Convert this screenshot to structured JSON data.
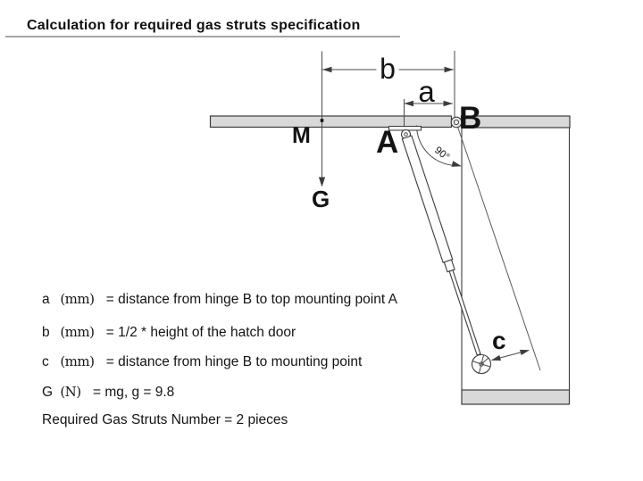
{
  "title": "Calculation for required gas struts specification",
  "diagram": {
    "point_m": "M",
    "point_a": "A",
    "point_b": "B",
    "force_g": "G",
    "dim_a": "a",
    "dim_b": "b",
    "dim_c": "c",
    "angle": "90°"
  },
  "legend": {
    "lines": [
      {
        "symbol": "a",
        "unit": "(mm)",
        "definition": "= distance from hinge B to top mounting point A"
      },
      {
        "symbol": "b",
        "unit": "(mm)",
        "definition": "= 1/2 * height of the hatch door"
      },
      {
        "symbol": "c",
        "unit": "(mm)",
        "definition": "= distance from hinge B to mounting point"
      },
      {
        "symbol": "G",
        "unit": "(N)",
        "definition": "= mg, g = 9.8"
      }
    ],
    "footer": "Required Gas Struts Number = 2 pieces"
  },
  "colors": {
    "panel_fill": "#d9d9d9",
    "line": "#3c3c3c",
    "underline": "#a6a6a6",
    "text": "#141414",
    "background": "#ffffff"
  }
}
